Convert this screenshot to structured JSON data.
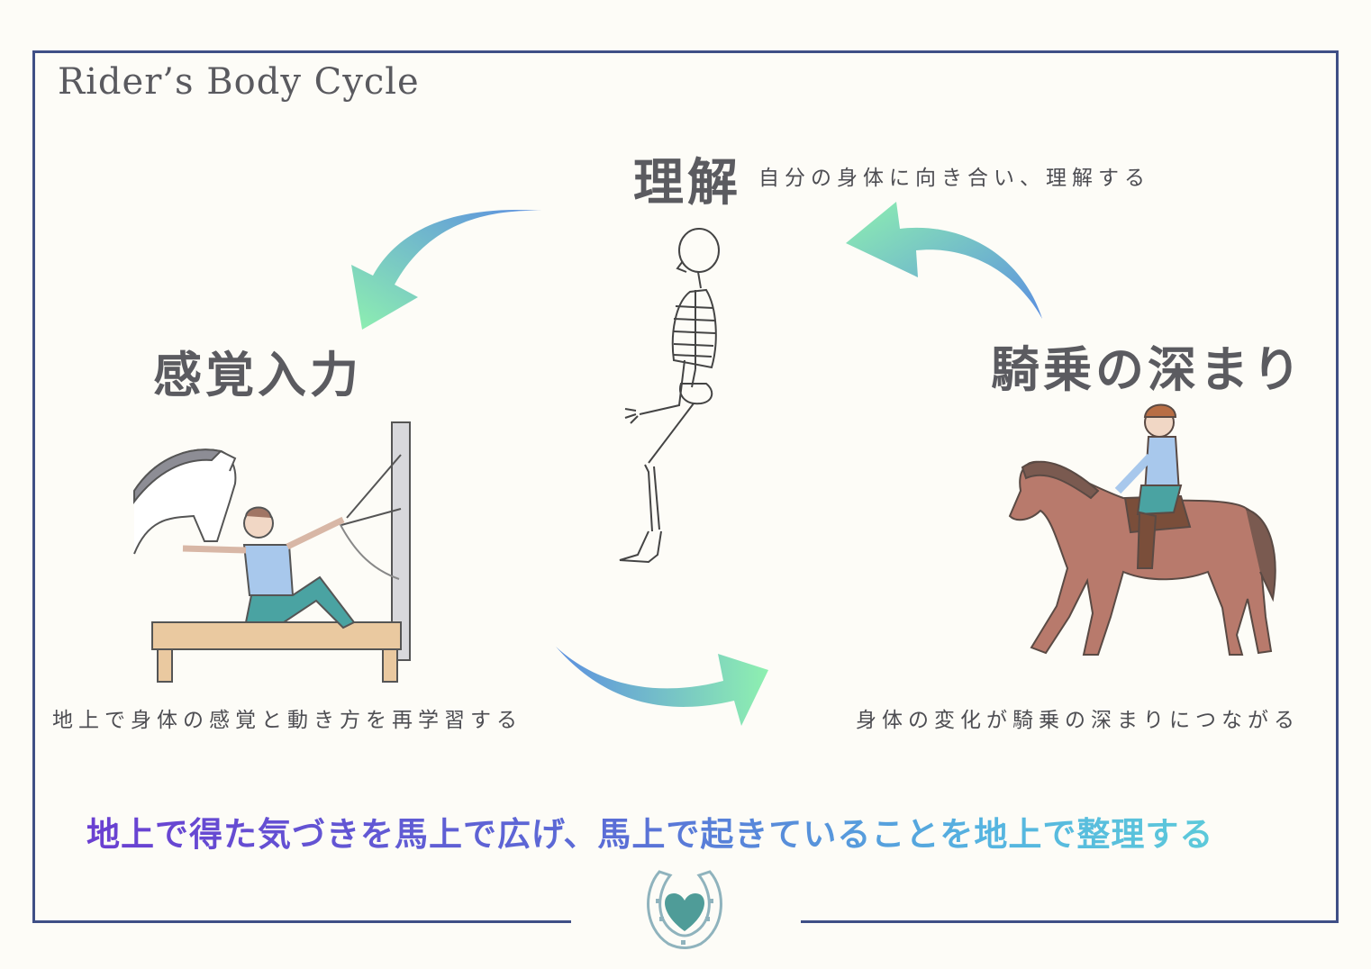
{
  "title": "Rider’s Body Cycle",
  "top": {
    "heading": "理解",
    "description": "自分の身体に向き合い、理解する"
  },
  "left": {
    "heading": "感覚入力",
    "description": "地上で身体の感覚と動き方を再学習する"
  },
  "right": {
    "heading": "騎乗の深まり",
    "description": "身体の変化が騎乗の深まりにつながる"
  },
  "banner": "地上で得た気づきを馬上で広げ、馬上で起きていることを地上で整理する",
  "colors": {
    "frame": "#3f4f86",
    "arrow_start": "#5b8fe0",
    "arrow_end": "#8ef0b0",
    "heart": "#4f9c98"
  },
  "icons": {
    "left": "pilates-reformer-horse-illustration",
    "center": "skeleton-illustration",
    "right": "horse-rider-illustration",
    "footer": "horseshoe-heart-logo"
  }
}
